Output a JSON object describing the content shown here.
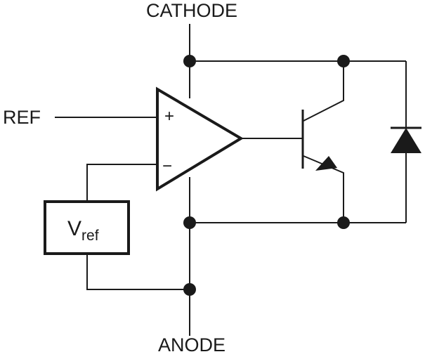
{
  "labels": {
    "cathode": "CATHODE",
    "anode": "ANODE",
    "ref": "REF",
    "plus": "+",
    "minus": "−",
    "vref_main": "V",
    "vref_sub": "ref"
  }
}
